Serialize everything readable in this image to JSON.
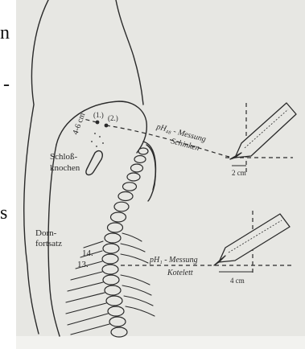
{
  "edge_letters": [
    "n",
    "-",
    "s"
  ],
  "labels": {
    "depth": "4-6 cm",
    "spine_points": "(1.)",
    "spine_points2": "(2.)",
    "schloss_line1": "Schloß-",
    "schloss_line2": "knochen",
    "dorn_line1": "Dorn-",
    "dorn_line2": "fortsatz",
    "vertebra_14": "14.",
    "vertebra_13": "13.",
    "measure_ham_line1": "pH₄₈ - Messung",
    "measure_ham_line2": "Schinken",
    "measure_chop_line1": "pH₁ - Messung",
    "measure_chop_line2": "Kotelett",
    "dist_ham": "2 cm",
    "dist_chop": "4 cm"
  },
  "colors": {
    "scan_bg": "#e7e7e3",
    "ink": "#2a2a2a"
  }
}
